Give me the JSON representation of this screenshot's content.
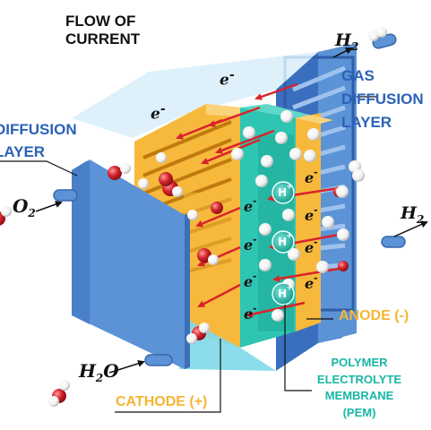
{
  "labels": {
    "flow_of_current": "FLOW OF CURRENT",
    "gas_diffusion_left": "DIFFUSION LAYER",
    "gas_diffusion_right": "GAS DIFFUSION LAYER",
    "anode": "ANODE (-)",
    "cathode": "CATHODE (+)",
    "pem": "POLYMER ELECTROLYTE MEMBRANE (PEM)"
  },
  "chemistry": {
    "oxygen_in": {
      "base": "O",
      "sub": "2"
    },
    "hydrogen_in": {
      "base": "H",
      "sub": "2"
    },
    "hydrogen_out": {
      "base": "H",
      "sub": "2"
    },
    "water_out": {
      "base": "H",
      "sub": "2",
      "tail": "O"
    },
    "electron": {
      "base": "e",
      "sup": "-"
    },
    "proton": {
      "base": "H",
      "sup": "+"
    }
  },
  "colors": {
    "plate_blue": "#5b93d6",
    "anode_plate": "#3f74c6",
    "cathode_yellow": "#f6b93c",
    "membrane_teal": "#28c3b0",
    "arrow_red": "#d8242b",
    "label_blue": "#2a62b8",
    "label_yellow": "#f5b535",
    "label_teal": "#19b6a5"
  }
}
